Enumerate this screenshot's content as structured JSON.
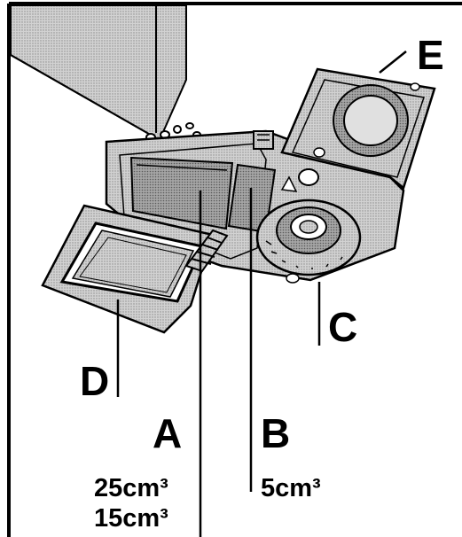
{
  "labels": {
    "a": "A",
    "b": "B",
    "c": "C",
    "d": "D",
    "e": "E"
  },
  "volumes": {
    "a_main": "25cm³",
    "a_alt": "15cm³",
    "b": "5cm³"
  },
  "colors": {
    "stroke": "#000000",
    "body_fill": "#c8c8c8",
    "dark_fill": "#9a9a9a",
    "light_fill": "#e2e2e2",
    "background": "#ffffff"
  }
}
